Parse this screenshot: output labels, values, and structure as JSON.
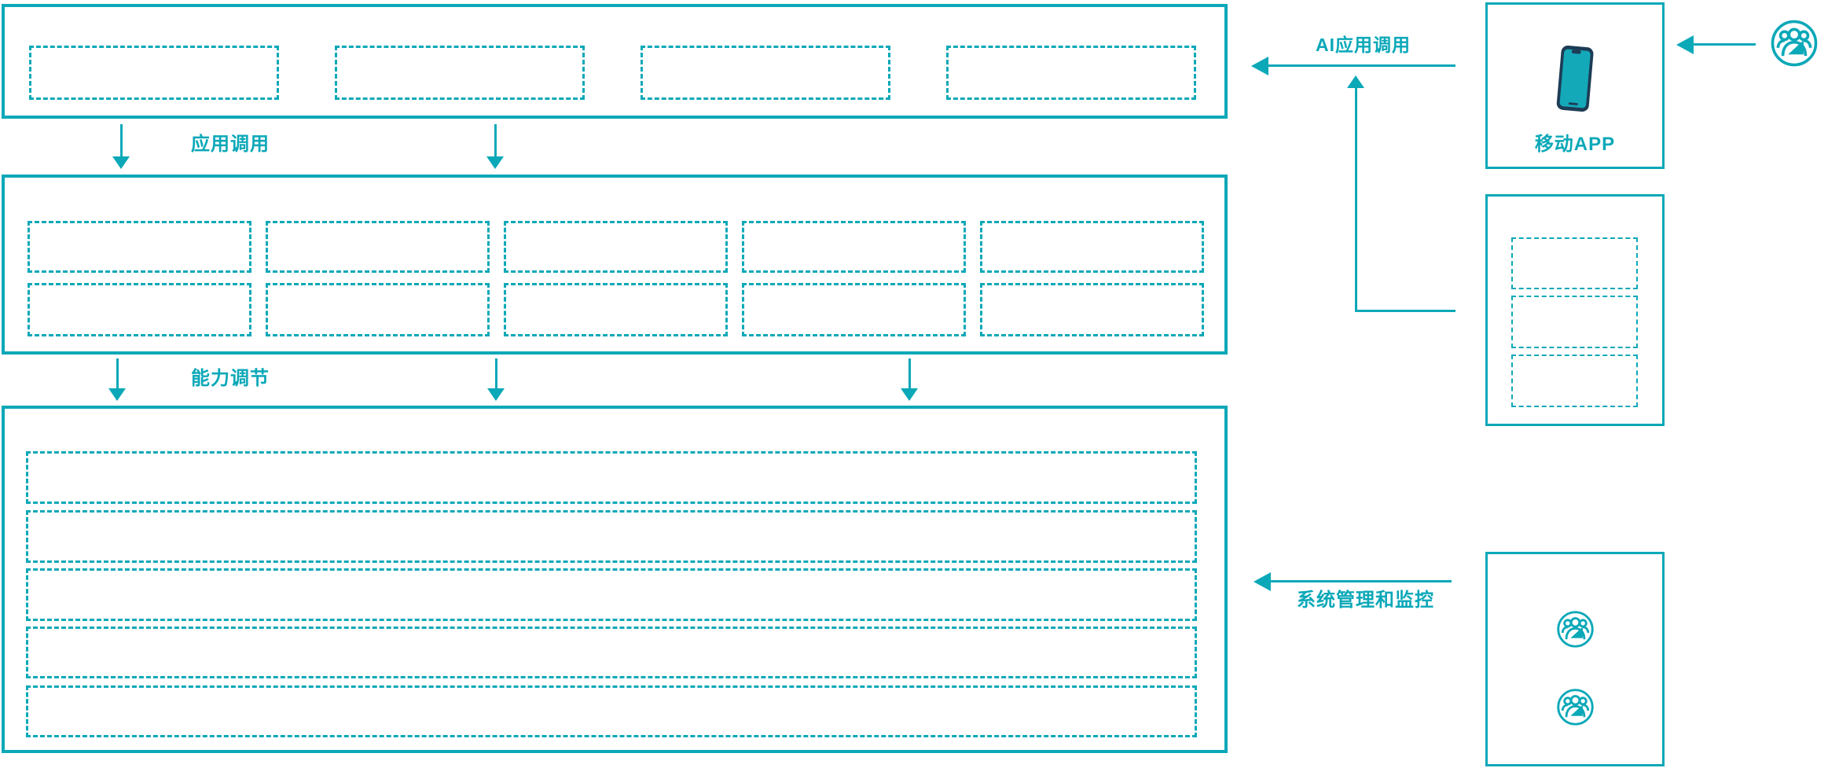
{
  "colors": {
    "accent_teal": "#0ba8b8",
    "phone_navy": "#1d3c55",
    "background": "#ffffff"
  },
  "layers": {
    "app_layer": {
      "description": "top container with empty placeholder slots",
      "placeholder_count": 4
    },
    "capability_layer": {
      "description": "middle container grid of empty placeholder slots",
      "rows": 2,
      "cols": 5,
      "placeholder_count": 10
    },
    "resource_layer": {
      "description": "bottom container with stacked empty placeholder rows",
      "placeholder_count": 5
    }
  },
  "connectors": {
    "app_call_label": "应用调用",
    "capability_label": "能力调节",
    "ai_app_call_label": "AI应用调用",
    "system_monitor_label": "系统管理和监控"
  },
  "right_panel": {
    "mobile_app": {
      "label": "移动APP",
      "icon": "phone-icon"
    },
    "external_box": {
      "placeholder_count": 3
    },
    "admin_box": {
      "icon": "users-icon",
      "user_icon_count": 2
    },
    "client_user": {
      "icon": "users-icon"
    }
  }
}
